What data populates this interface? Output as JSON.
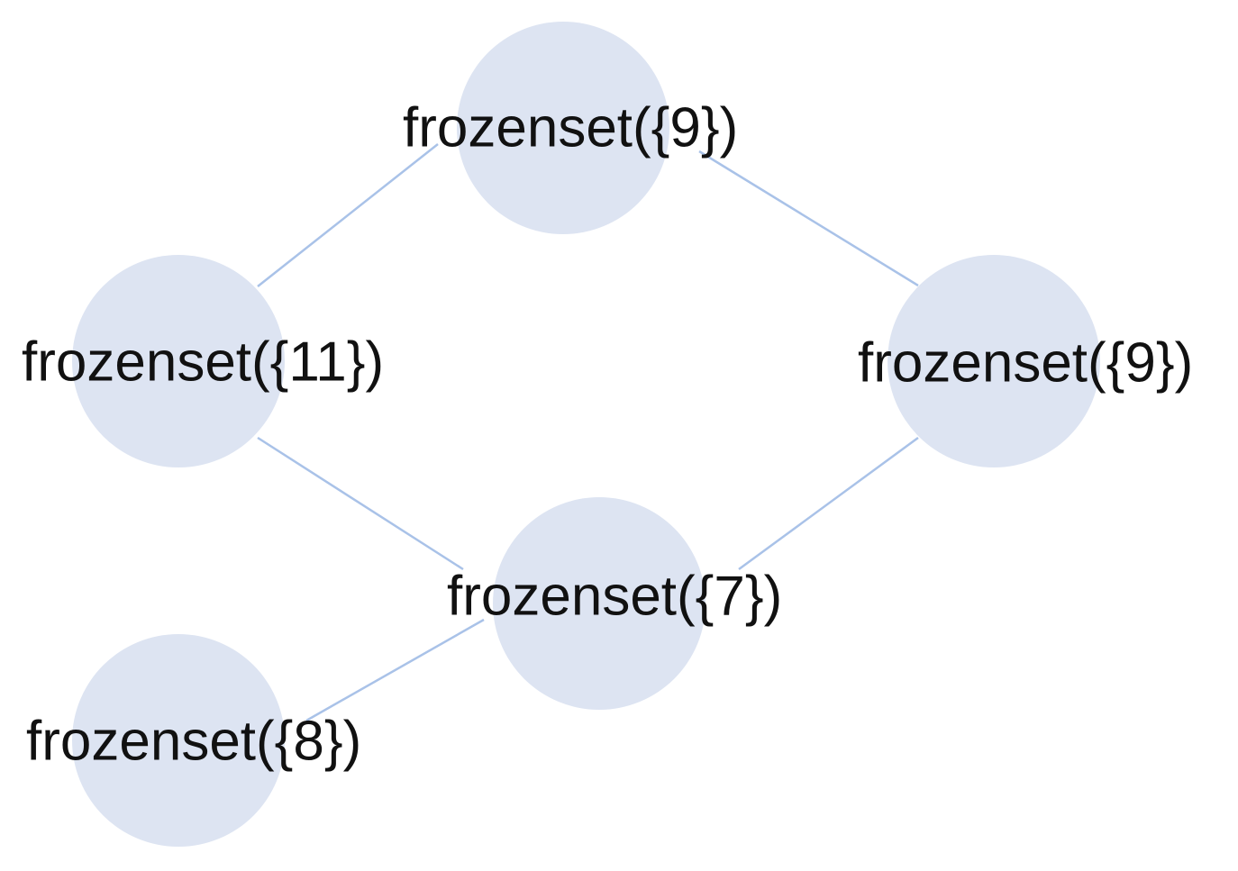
{
  "diagram": {
    "type": "graph",
    "colors": {
      "node_fill": "#dde4f2",
      "edge": "#a9c2e8",
      "label": "#111111"
    },
    "nodes": [
      {
        "id": "n_top",
        "label": "frozenset({9})"
      },
      {
        "id": "n_left",
        "label": "frozenset({11})"
      },
      {
        "id": "n_right",
        "label": "frozenset({9})"
      },
      {
        "id": "n_center",
        "label": "frozenset({7})"
      },
      {
        "id": "n_bottom",
        "label": "frozenset({8})"
      }
    ],
    "edges": [
      {
        "from": "n_top",
        "to": "n_left"
      },
      {
        "from": "n_top",
        "to": "n_right"
      },
      {
        "from": "n_left",
        "to": "n_center"
      },
      {
        "from": "n_right",
        "to": "n_center"
      },
      {
        "from": "n_center",
        "to": "n_bottom"
      }
    ]
  }
}
